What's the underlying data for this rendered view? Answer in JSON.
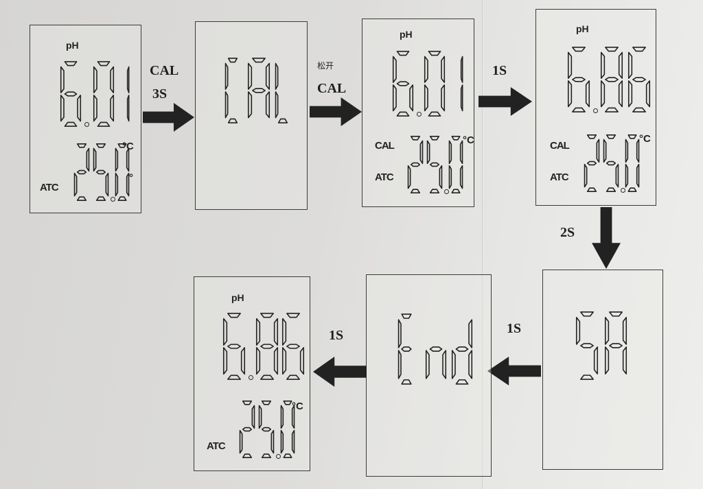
{
  "lcd": {
    "ph_label": "pH",
    "cal_label": "CAL",
    "atc_label": "ATC",
    "deg_c": "°C",
    "deg": "°"
  },
  "steps": [
    {
      "main": "6.01",
      "temp": "25.0"
    },
    {
      "main": "CAL"
    },
    {
      "main": "6.01",
      "temp": "25.0"
    },
    {
      "main": "6.86",
      "temp": "25.0"
    },
    {
      "main": "SA"
    },
    {
      "main": "End"
    },
    {
      "main": "6.86",
      "temp": "25.0"
    }
  ],
  "arrows": {
    "a1_line1": "CAL",
    "a1_line2": "3S",
    "a2_line1": "松开",
    "a2_line2": "CAL",
    "a3": "1S",
    "a4": "2S",
    "a5": "1S",
    "a6": "1S"
  },
  "colors": {
    "ink": "#222222",
    "paper": "#dddcda"
  }
}
